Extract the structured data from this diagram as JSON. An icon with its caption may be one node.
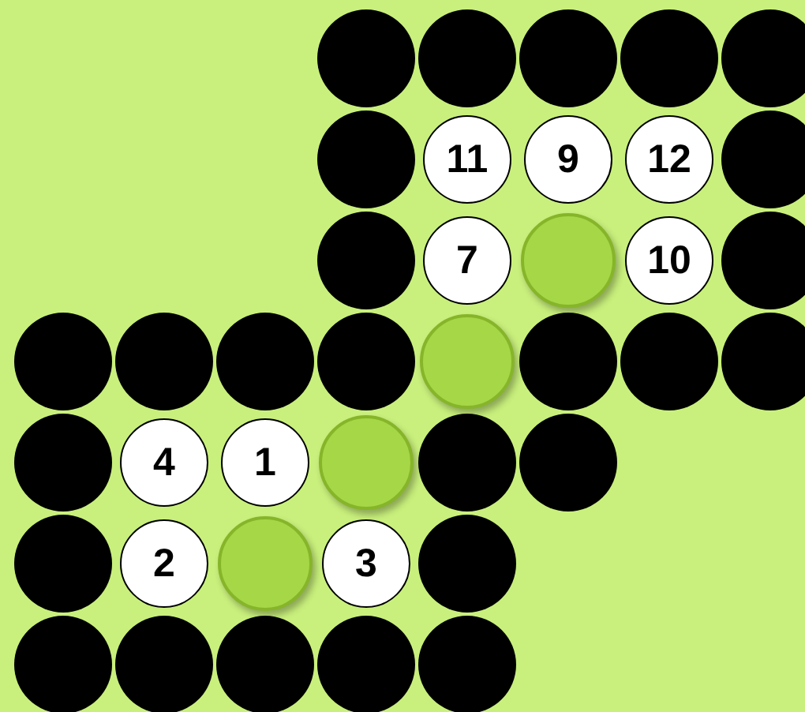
{
  "diagram": {
    "nodes": [
      {
        "text": [],
        "shape": "circle"
      },
      {
        "text": [],
        "shape": "circle"
      },
      {
        "text": [],
        "shape": "circle"
      },
      {
        "text": [],
        "shape": "circle"
      },
      {
        "text": [],
        "shape": "circle"
      },
      {
        "text": [],
        "shape": "circle"
      },
      {
        "text": [
          "11"
        ]
      },
      {
        "text": [
          "9"
        ]
      },
      {
        "text": [
          "12"
        ]
      },
      {
        "text": [],
        "shape": "circle"
      },
      {
        "text": [],
        "shape": "circle"
      },
      {
        "text": [
          "7"
        ]
      },
      {
        "text": [],
        "shape": "circle"
      },
      {
        "text": [
          "10"
        ]
      },
      {
        "text": [],
        "shape": "circle"
      },
      {
        "text": [],
        "shape": "circle"
      },
      {
        "text": [],
        "shape": "circle"
      },
      {
        "text": [],
        "shape": "circle"
      },
      {
        "text": [],
        "shape": "circle"
      },
      {
        "text": [],
        "shape": "circle"
      },
      {
        "text": [],
        "shape": "circle"
      },
      {
        "text": [],
        "shape": "circle"
      },
      {
        "text": [],
        "shape": "circle"
      },
      {
        "text": [],
        "shape": "circle"
      },
      {
        "text": [
          "4"
        ]
      },
      {
        "text": [
          "1"
        ]
      },
      {
        "text": [],
        "shape": "circle"
      },
      {
        "text": [],
        "shape": "circle"
      },
      {
        "text": [],
        "shape": "circle"
      },
      {
        "text": [],
        "shape": "circle"
      },
      {
        "text": [
          "2"
        ]
      },
      {
        "text": [],
        "shape": "circle"
      },
      {
        "text": [
          "3"
        ]
      },
      {
        "text": [],
        "shape": "circle"
      },
      {
        "text": [],
        "shape": "circle"
      },
      {
        "text": [],
        "shape": "circle"
      },
      {
        "text": [],
        "shape": "circle"
      },
      {
        "text": [],
        "shape": "circle"
      },
      {
        "text": [],
        "shape": "circle"
      }
    ]
  }
}
